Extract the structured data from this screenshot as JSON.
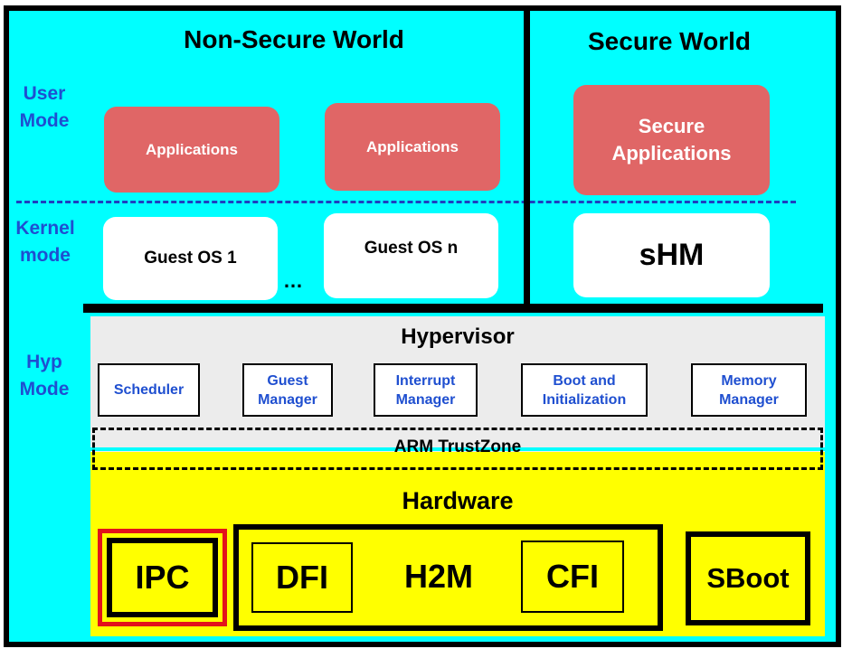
{
  "worlds": {
    "non_secure": "Non-Secure World",
    "secure": "Secure World"
  },
  "modes": {
    "user_line1": "User",
    "user_line2": "Mode",
    "kernel_line1": "Kernel",
    "kernel_line2": "mode",
    "hyp_line1": "Hyp",
    "hyp_line2": "Mode"
  },
  "user_space": {
    "app1": "Applications",
    "app2": "Applications",
    "secure_app_line1": "Secure",
    "secure_app_line2": "Applications"
  },
  "kernel_space": {
    "guest1": "Guest OS 1",
    "ellipsis": "…",
    "guestn": "Guest OS n",
    "shm": "sHM"
  },
  "hypervisor": {
    "title": "Hypervisor",
    "components": [
      {
        "line1": "Scheduler",
        "line2": ""
      },
      {
        "line1": "Guest",
        "line2": "Manager"
      },
      {
        "line1": "Interrupt",
        "line2": "Manager"
      },
      {
        "line1": "Boot and",
        "line2": "Initialization"
      },
      {
        "line1": "Memory",
        "line2": "Manager"
      }
    ]
  },
  "trustzone": "ARM TrustZone",
  "hardware": {
    "title": "Hardware",
    "ipc": "IPC",
    "dfi": "DFI",
    "h2m": "H2M",
    "cfi": "CFI",
    "sboot": "SBoot"
  },
  "colors": {
    "background": "#00ffff",
    "app_fill": "#e06666",
    "hardware_fill": "#ffff00",
    "mode_label": "#1f4fd0",
    "highlight": "#e3121b"
  }
}
